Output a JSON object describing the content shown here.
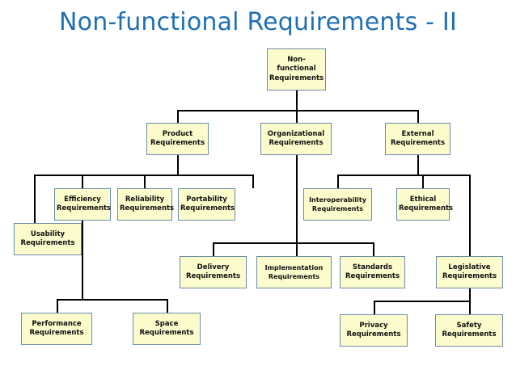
{
  "slide": {
    "title": "Non-functional Requirements - II",
    "title_color": "#1F6FB5",
    "background": "#ffffff"
  },
  "style": {
    "node_fill": "#FBFBCC",
    "node_border": "#6A8CAA",
    "node_text": "#111111",
    "connector_color": "#000000"
  },
  "diagram": {
    "type": "tree",
    "root": "Non-functional Requirements",
    "nodes": {
      "root": "Non-\nfunctional\nRequirements",
      "product": "Product\nRequirements",
      "organizational": "Organizational\nRequirements",
      "external": "External\nRequirements",
      "usability": "Usability\nRequirements",
      "efficiency": "Efficiency\nRequirements",
      "reliability": "Reliability\nRequirements",
      "portability": "Portability\nRequirements",
      "interoperability": "Interoperability\nRequirements",
      "ethical": "Ethical\nRequirements",
      "legislative": "Legislative\nRequirements",
      "delivery": "Delivery\nRequirements",
      "implementation": "Implementation\nRequirements",
      "standards": "Standards\nRequirements",
      "performance": "Performance\nRequirements",
      "space": "Space\nRequirements",
      "privacy": "Privacy\nRequirements",
      "safety": "Safety\nRequirements"
    },
    "edges": [
      [
        "root",
        "product"
      ],
      [
        "root",
        "organizational"
      ],
      [
        "root",
        "external"
      ],
      [
        "product",
        "usability"
      ],
      [
        "product",
        "efficiency"
      ],
      [
        "product",
        "reliability"
      ],
      [
        "product",
        "portability"
      ],
      [
        "organizational",
        "delivery"
      ],
      [
        "organizational",
        "implementation"
      ],
      [
        "organizational",
        "standards"
      ],
      [
        "external",
        "interoperability"
      ],
      [
        "external",
        "ethical"
      ],
      [
        "external",
        "legislative"
      ],
      [
        "efficiency",
        "performance"
      ],
      [
        "efficiency",
        "space"
      ],
      [
        "legislative",
        "privacy"
      ],
      [
        "legislative",
        "safety"
      ]
    ]
  }
}
